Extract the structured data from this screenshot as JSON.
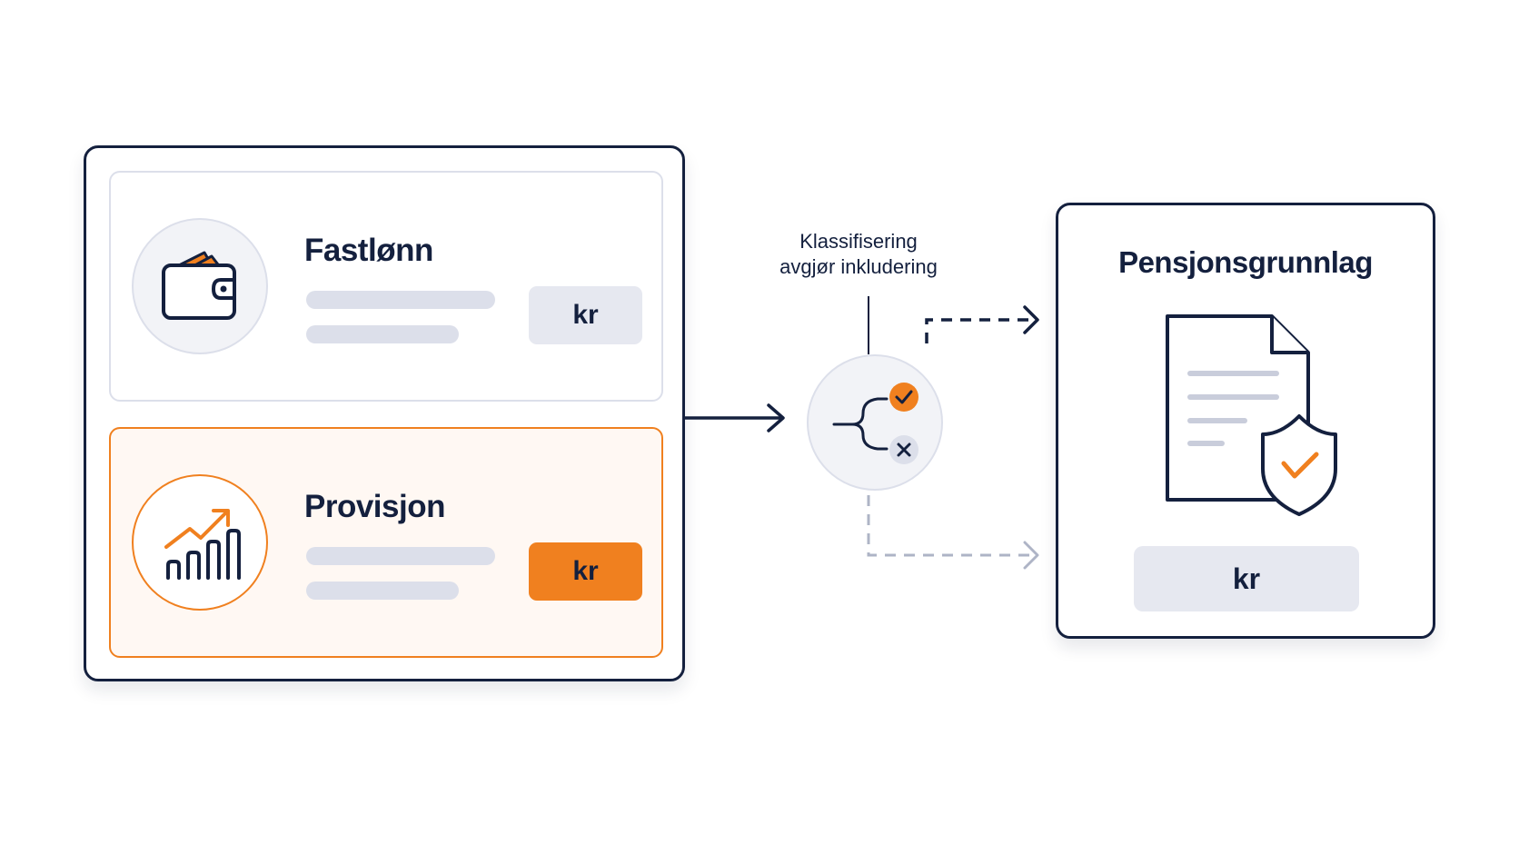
{
  "colors": {
    "navy": "#14203e",
    "accent_orange": "#f0801f",
    "light_gray": "#dcdfea",
    "pill_gray": "#e6e8f0"
  },
  "income_types": {
    "fixed_salary": {
      "title": "Fastlønn",
      "amount_label": "kr",
      "icon": "wallet-icon"
    },
    "commission": {
      "title": "Provisjon",
      "amount_label": "kr",
      "icon": "growth-chart-icon",
      "highlighted": true
    }
  },
  "decision": {
    "label_line1": "Klassifisering",
    "label_line2": "avgjør inkludering",
    "icon": "branch-icon",
    "outcomes": [
      "check-icon",
      "cross-icon"
    ]
  },
  "result": {
    "title": "Pensjonsgrunnlag",
    "amount_label": "kr",
    "icon": "document-shield-icon"
  }
}
